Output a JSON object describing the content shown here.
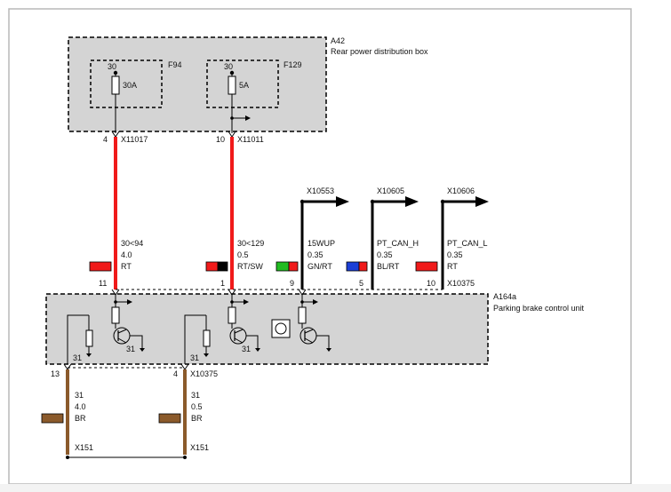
{
  "colors": {
    "red": "#f01a1a",
    "brown": "#8b5a2b",
    "black": "#000000",
    "green": "#22bb22",
    "blue": "#1c3fd6",
    "box_fill": "#d4d4d4",
    "frame": "#b8b8b8"
  },
  "components": {
    "a42": {
      "code": "A42",
      "name": "Rear power distribution box"
    },
    "f94": {
      "code": "F94",
      "pin": "30",
      "rating": "30A"
    },
    "f129": {
      "code": "F129",
      "pin": "30",
      "rating": "5A"
    },
    "a164a": {
      "code": "A164a",
      "name": "Parking brake control unit",
      "connector": "X10375"
    }
  },
  "connectors_top": [
    {
      "pin": "4",
      "name": "X11017"
    },
    {
      "pin": "10",
      "name": "X11011"
    }
  ],
  "outputs": [
    {
      "name": "X10553"
    },
    {
      "name": "X10605"
    },
    {
      "name": "X10606"
    }
  ],
  "upper_wires": [
    {
      "signal": "30<94",
      "gauge": "4.0",
      "color_code": "RT",
      "pin": "11"
    },
    {
      "signal": "30<129",
      "gauge": "0.5",
      "color_code": "RT/SW",
      "pin": "1"
    },
    {
      "signal": "15WUP",
      "gauge": "0.35",
      "color_code": "GN/RT",
      "pin": "9"
    },
    {
      "signal": "PT_CAN_H",
      "gauge": "0.35",
      "color_code": "BL/RT",
      "pin": "5"
    },
    {
      "signal": "PT_CAN_L",
      "gauge": "0.35",
      "color_code": "RT",
      "pin": "10"
    }
  ],
  "ground_wires": [
    {
      "pin": "13",
      "signal": "31",
      "gauge": "4.0",
      "color_code": "BR",
      "end": "X151"
    },
    {
      "pin": "4",
      "signal": "31",
      "gauge": "0.5",
      "color_code": "BR",
      "end": "X151"
    }
  ],
  "internal_labels": {
    "ground_a": "31",
    "ground_b": "31",
    "ground_c": "31",
    "ground_d": "31"
  }
}
